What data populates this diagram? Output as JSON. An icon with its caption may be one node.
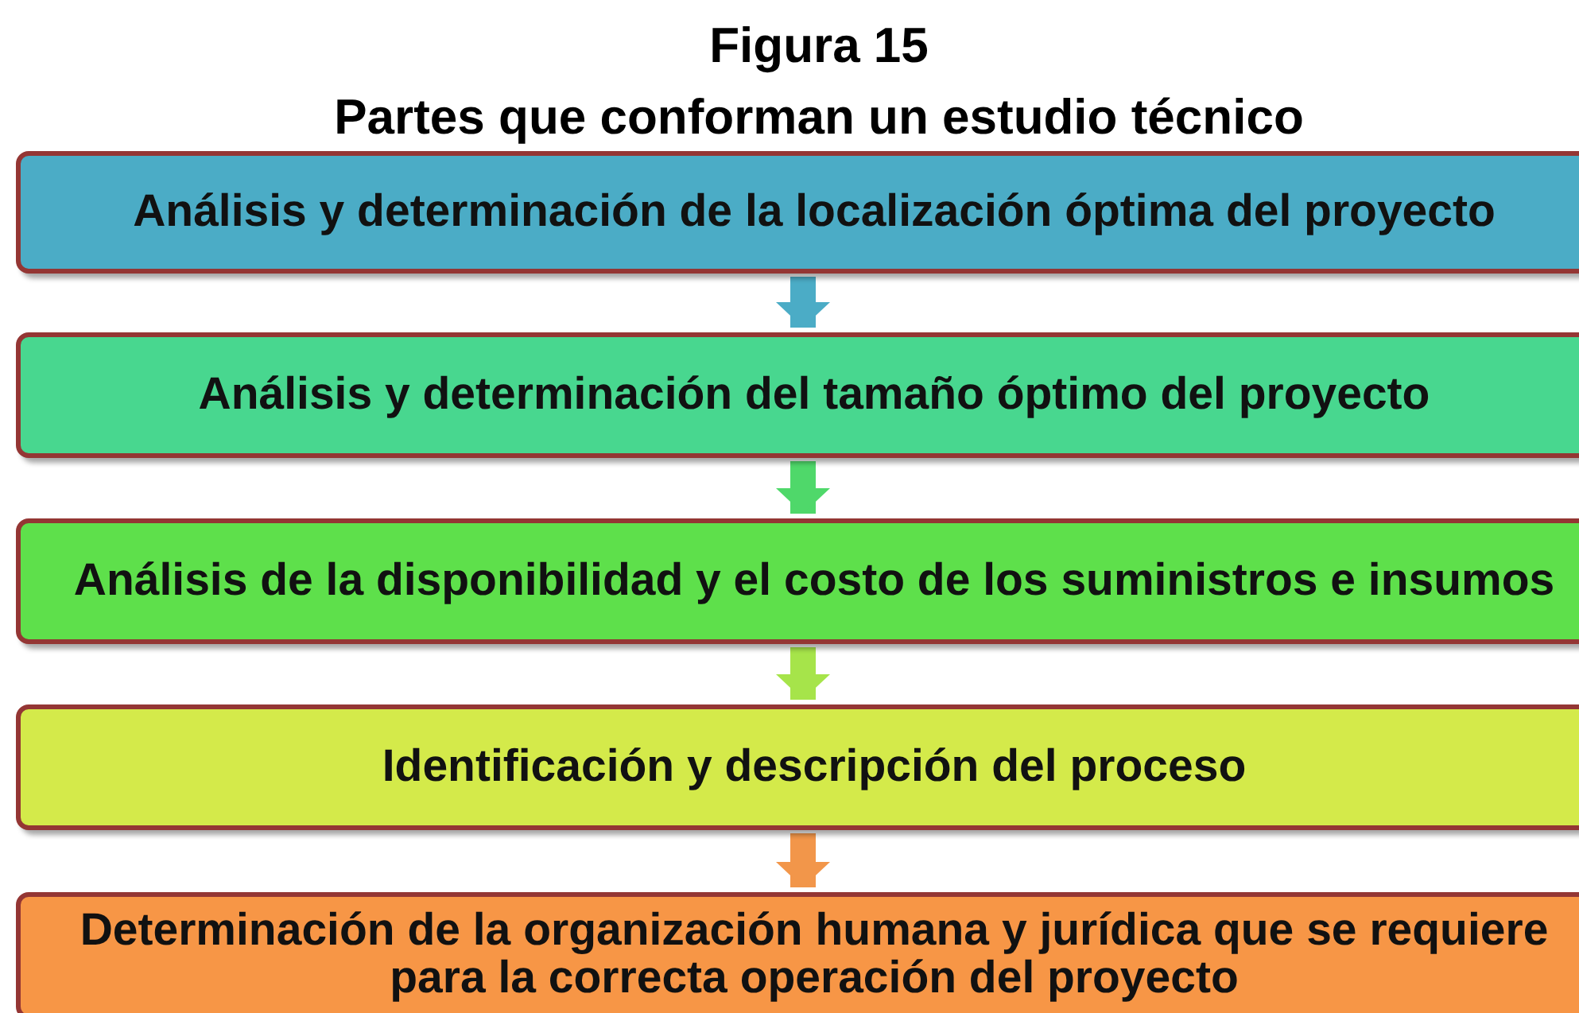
{
  "diagram": {
    "title": "Figura 15",
    "caption": "Partes que conforman un estudio técnico",
    "nodes": [
      {
        "text": [
          "Análisis y determinación de la localización óptima del proyecto"
        ]
      },
      {
        "text": [
          "Análisis y determinación del tamaño óptimo del proyecto"
        ]
      },
      {
        "text": [
          "Análisis de la disponibilidad y el costo de los suministros e insumos"
        ]
      },
      {
        "text": [
          "Identificación y descripción del proceso"
        ]
      },
      {
        "text": [
          "Determinación de la organización humana y jurídica que se requiere para la correcta operación del proyecto"
        ]
      }
    ],
    "edges": [
      {
        "from": 0,
        "to": 1,
        "arrow": "to",
        "color": "#4bacc6"
      },
      {
        "from": 1,
        "to": 2,
        "arrow": "to",
        "color": "#4fd86a"
      },
      {
        "from": 2,
        "to": 3,
        "arrow": "to",
        "color": "#a6e44a"
      },
      {
        "from": 3,
        "to": 4,
        "arrow": "to",
        "color": "#f2964a"
      }
    ]
  }
}
